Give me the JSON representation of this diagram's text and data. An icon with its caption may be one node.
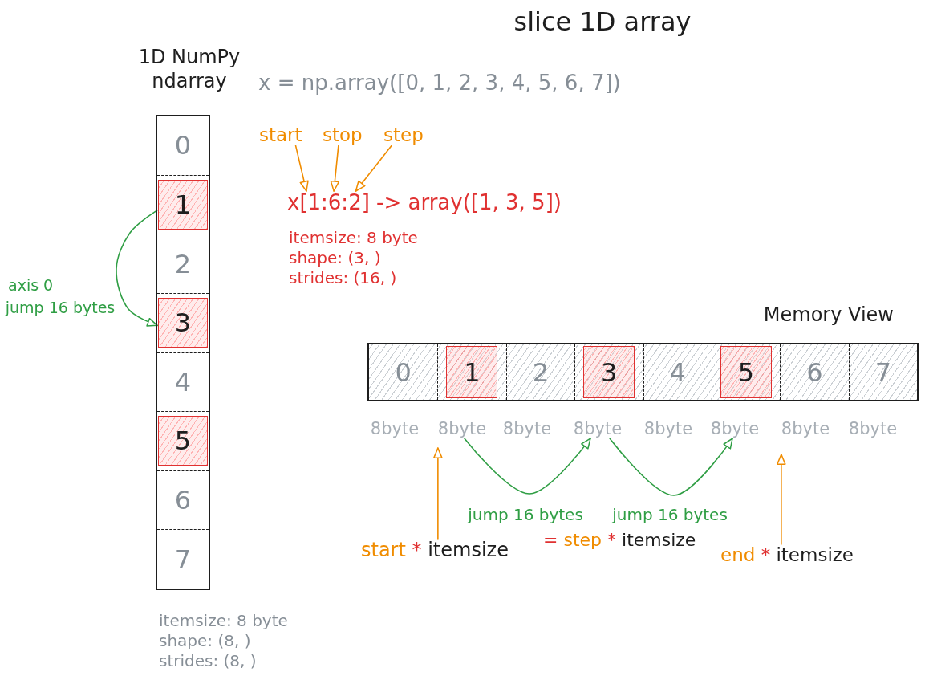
{
  "diagram": {
    "title": "slice 1D array",
    "nodes": [
      {
        "text": [
          "1D NumPy ndarray"
        ]
      },
      {
        "text": [
          "0"
        ],
        "in": 0
      },
      {
        "text": [],
        "shape": "box",
        "in": 0
      },
      {
        "text": [
          "1"
        ],
        "in": 2
      },
      {
        "text": [
          "2"
        ],
        "in": 0
      },
      {
        "text": [],
        "shape": "box",
        "in": 0
      },
      {
        "text": [
          "3"
        ],
        "in": 5
      },
      {
        "text": [
          "4"
        ],
        "in": 0
      },
      {
        "text": [],
        "shape": "box",
        "in": 0
      },
      {
        "text": [
          "5"
        ],
        "in": 8
      },
      {
        "text": [
          "6"
        ],
        "in": 0
      },
      {
        "text": [
          "7"
        ],
        "in": 0
      },
      {
        "text": [
          "start"
        ]
      },
      {
        "text": [
          "stop"
        ]
      },
      {
        "text": [
          "step"
        ]
      },
      {
        "text": [
          "x[1:6:2] -> array([1, 3, 5])"
        ]
      },
      {
        "text": [
          "Memory View"
        ]
      },
      {
        "text": [
          "0"
        ],
        "in": 16
      },
      {
        "text": [],
        "shape": "box",
        "in": 16
      },
      {
        "text": [
          "1"
        ],
        "in": 18
      },
      {
        "text": [
          "2"
        ],
        "in": 16
      },
      {
        "text": [],
        "shape": "box",
        "in": 16
      },
      {
        "text": [
          "3"
        ],
        "in": 21
      },
      {
        "text": [
          "4"
        ],
        "in": 16
      },
      {
        "text": [],
        "shape": "box",
        "in": 16
      },
      {
        "text": [
          "5"
        ],
        "in": 24
      },
      {
        "text": [
          "6"
        ],
        "in": 16
      },
      {
        "text": [
          "7"
        ],
        "in": 16
      },
      {
        "text": [
          "8byte"
        ]
      },
      {
        "text": [
          "8byte"
        ]
      },
      {
        "text": [
          "8byte"
        ]
      },
      {
        "text": [
          "8byte"
        ]
      },
      {
        "text": [
          "8byte"
        ]
      },
      {
        "text": [
          "8byte"
        ]
      },
      {
        "text": [
          "8byte"
        ]
      },
      {
        "text": [
          "8byte"
        ]
      },
      {
        "text": [
          "start * itemsize"
        ]
      },
      {
        "text": [
          "end * itemsize"
        ]
      }
    ],
    "edges": [
      {
        "from": 2,
        "to": 5,
        "arrow": "to",
        "label": "jump 16 bytes",
        "color": "#2f9e44"
      },
      {
        "from": 12,
        "to": 15,
        "arrow": "to"
      },
      {
        "from": 13,
        "to": 15,
        "arrow": "to"
      },
      {
        "from": 14,
        "to": 15,
        "arrow": "to"
      },
      {
        "from": 29,
        "to": 31,
        "arrow": "to",
        "label": "jump 16 bytes",
        "color": "#2f9e44"
      },
      {
        "from": 31,
        "to": 33,
        "arrow": "to",
        "label": "jump 16 bytes",
        "color": "#2f9e44"
      },
      {
        "from": 36,
        "to": 29,
        "arrow": "to"
      },
      {
        "from": 37,
        "to": 34,
        "arrow": "to"
      }
    ],
    "labels": [
      "x = np.array([0, 1, 2, 3, 4, 5, 6, 7])",
      "itemsize: 8 byte",
      "shape: (3, )",
      "strides: (16, )",
      "axis 0",
      "= step * itemsize",
      "itemsize: 8 byte",
      "shape: (8, )",
      "strides: (8, )"
    ]
  }
}
